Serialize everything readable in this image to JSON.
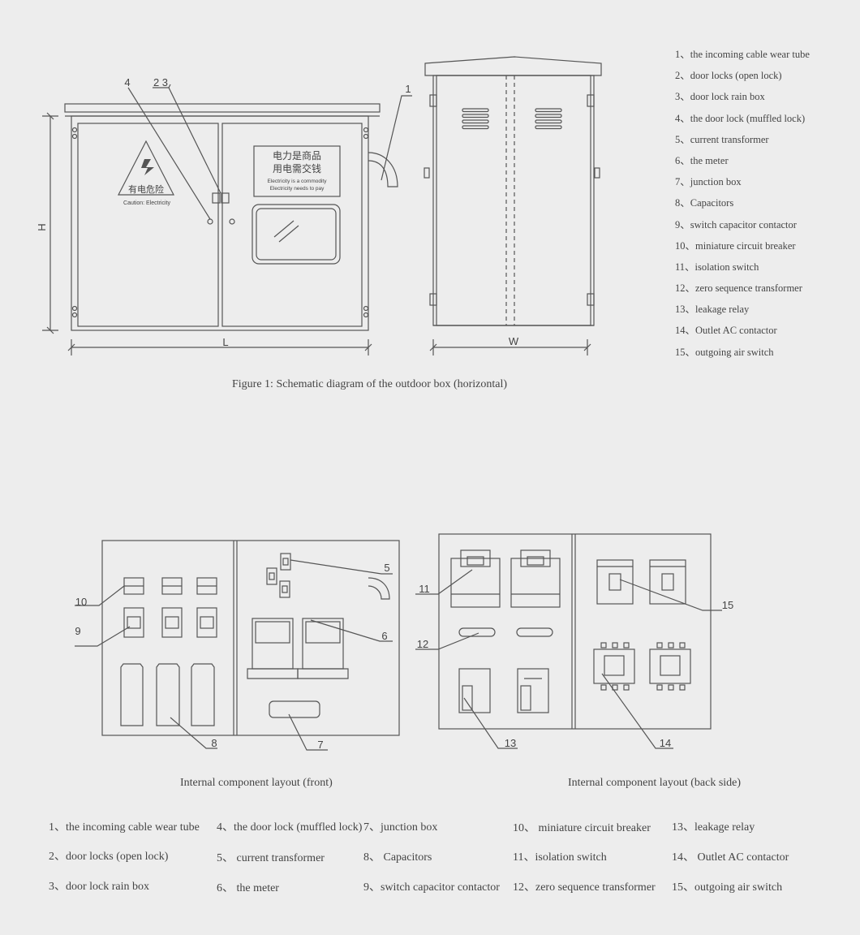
{
  "figure1_caption": "Figure 1: Schematic diagram of the outdoor box (horizontal)",
  "front_caption": "Internal component layout (front)",
  "back_caption": "Internal component layout (back side)",
  "dims": {
    "h": "H",
    "l": "L",
    "w": "W"
  },
  "sign_chinese": [
    "电力是商品",
    "用电需交钱"
  ],
  "sign_english": [
    "Electricity is a commodity",
    "Electricity needs to pay"
  ],
  "warning_chinese": "有电危险",
  "warning_english": "Caution: Electricity",
  "callouts_top": [
    "4",
    "2 3",
    "1"
  ],
  "callouts_front": [
    "10",
    "9",
    "5",
    "6",
    "8",
    "7"
  ],
  "callouts_back": [
    "11",
    "12",
    "15",
    "13",
    "14"
  ],
  "legend_top": [
    "1、the incoming cable wear tube",
    "2、door locks (open lock)",
    "3、door lock rain box",
    "4、the door lock (muffled lock)",
    "5、current transformer",
    "6、the meter",
    "7、junction box",
    "8、Capacitors",
    "9、switch capacitor contactor",
    "10、miniature circuit breaker",
    "11、isolation switch",
    "12、zero sequence transformer",
    "13、leakage relay",
    "14、Outlet AC contactor",
    "15、outgoing air switch"
  ],
  "legend_bottom": [
    "1、the incoming cable wear tube",
    "2、door locks (open lock)",
    "3、door lock rain box",
    "4、the door lock (muffled lock)",
    "5、 current transformer",
    "6、 the meter",
    "7、junction box",
    "8、 Capacitors",
    "9、switch capacitor contactor",
    "10、 miniature circuit breaker",
    "11、isolation switch",
    "12、zero sequence transformer",
    "13、leakage relay",
    "14、 Outlet AC contactor",
    "15、outgoing air switch"
  ]
}
